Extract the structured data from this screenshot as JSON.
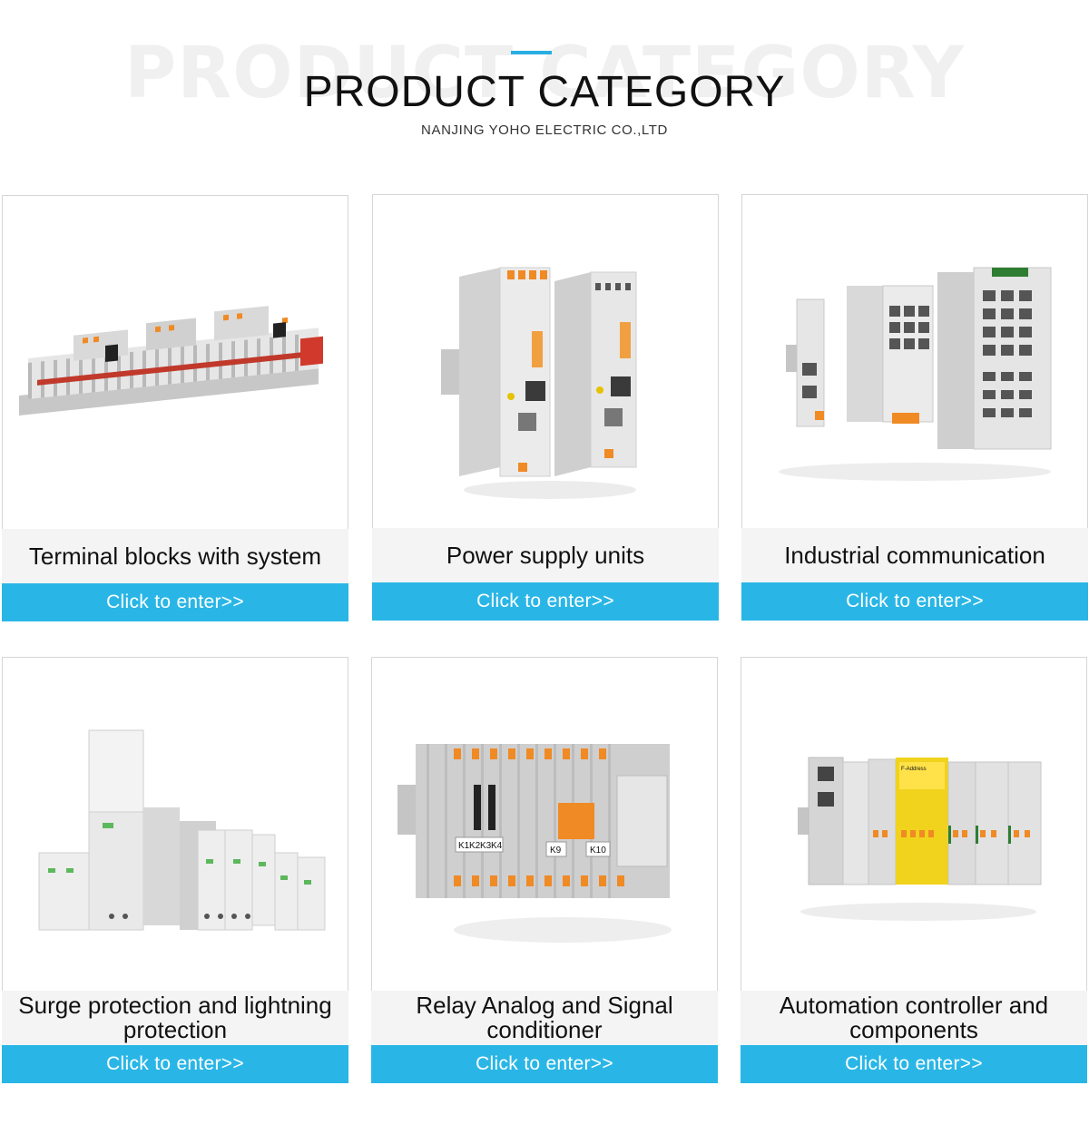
{
  "header": {
    "ghost_text": "PRODUCT CATEGORY",
    "title": "PRODUCT CATEGORY",
    "subtitle": "NANJING YOHO ELECTRIC CO.,LTD"
  },
  "colors": {
    "accent": "#29b6e6",
    "label_bg": "#f4f4f4"
  },
  "products": [
    {
      "label": "Terminal blocks with system",
      "button": "Click to enter>>"
    },
    {
      "label": "Power supply units",
      "button": "Click to enter>>"
    },
    {
      "label": "Industrial communication",
      "button": "Click to enter>>"
    },
    {
      "label": "Surge protection and lightning protection",
      "button": "Click to enter>>"
    },
    {
      "label": "Relay Analog and Signal conditioner",
      "button": "Click to enter>>"
    },
    {
      "label": "Automation controller and components",
      "button": "Click to enter>>"
    }
  ],
  "image_labels": {
    "relay_tags": [
      "K1",
      "K2",
      "K3",
      "K4",
      "K9",
      "K10"
    ],
    "yellow_module": "F-Address"
  }
}
